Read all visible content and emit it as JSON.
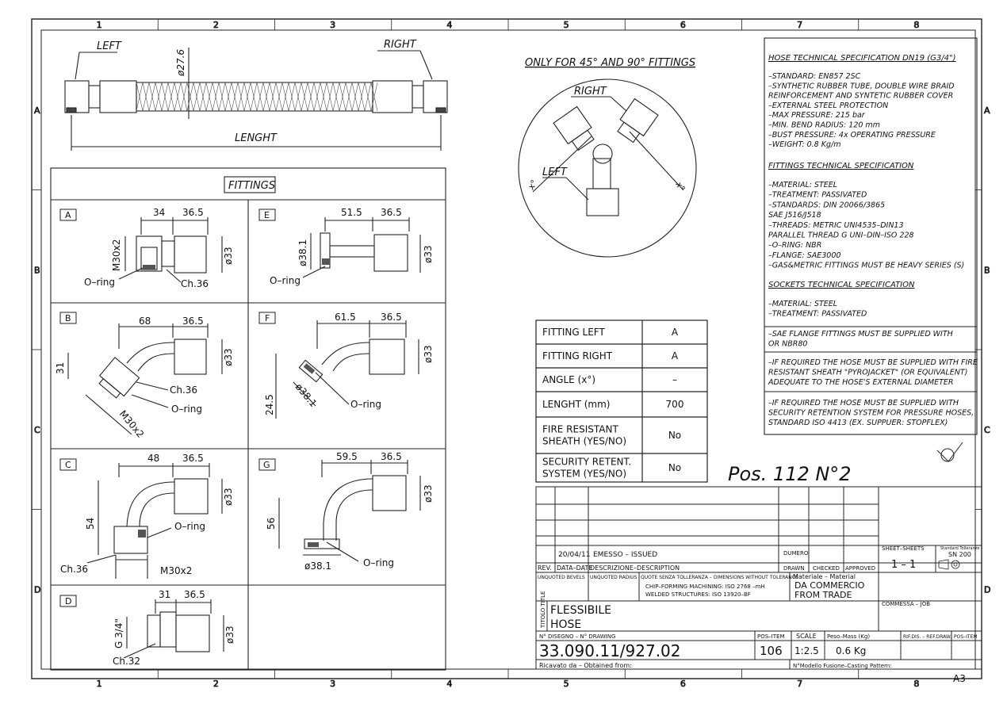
{
  "frame": {
    "columns": [
      "1",
      "2",
      "3",
      "4",
      "5",
      "6",
      "7",
      "8"
    ],
    "rows": [
      "A",
      "B",
      "C",
      "D"
    ]
  },
  "hose_drawing": {
    "left": "LEFT",
    "right": "RIGHT",
    "length": "LENGHT",
    "diameter": "ø27.6"
  },
  "angle_view": {
    "title": "ONLY FOR 45° AND 90° FITTINGS",
    "right": "RIGHT",
    "left": "LEFT",
    "angle_left": "x°",
    "angle_right": "x°"
  },
  "fittings": {
    "title": "FITTINGS",
    "A": {
      "letter": "A",
      "d1": "34",
      "d2": "36.5",
      "thread": "M30x2",
      "dia": "ø33",
      "oring": "O–ring",
      "ch": "Ch.36"
    },
    "B": {
      "letter": "B",
      "d1": "68",
      "d2": "36.5",
      "h": "31",
      "dia": "ø33",
      "ch": "Ch.36",
      "oring": "O–ring",
      "thread": "M30x2"
    },
    "C": {
      "letter": "C",
      "d1": "48",
      "d2": "36.5",
      "h": "54",
      "dia": "ø33",
      "oring": "O–ring",
      "ch": "Ch.36",
      "thread": "M30x2"
    },
    "D": {
      "letter": "D",
      "d1": "31",
      "d2": "36.5",
      "thread": "G 3/4\"",
      "dia": "ø33",
      "ch": "Ch.32"
    },
    "E": {
      "letter": "E",
      "d1": "51.5",
      "d2": "36.5",
      "dia1": "ø38.1",
      "dia": "ø33",
      "oring": "O–ring"
    },
    "F": {
      "letter": "F",
      "d1": "61.5",
      "d2": "36.5",
      "h": "24.5",
      "dia1": "ø38.1",
      "dia": "ø33",
      "oring": "O–ring"
    },
    "G": {
      "letter": "G",
      "d1": "59.5",
      "d2": "36.5",
      "h": "56",
      "dia1": "ø38.1",
      "dia": "ø33",
      "oring": "O–ring"
    }
  },
  "spec": {
    "hose_title": "HOSE TECHNICAL SPECIFICATION DN19 (G3/4\")",
    "hose_lines": [
      "–STANDARD: EN857 2SC",
      "–SYNTHETIC RUBBER TUBE, DOUBLE WIRE BRAID",
      "REINFORCEMENT AND SYNTETIC RUBBER COVER",
      "–EXTERNAL STEEL PROTECTION",
      "–MAX PRESSURE: 215 bar",
      "–MIN. BEND RADIUS: 120 mm",
      "–BUST PRESSURE: 4x OPERATING PRESSURE",
      "–WEIGHT: 0.8 Kg/m"
    ],
    "fittings_title": "FITTINGS TECHNICAL SPECIFICATION",
    "fittings_lines": [
      "–MATERIAL: STEEL",
      "–TREATMENT: PASSIVATED",
      "–STANDARDS: DIN 20066/3865",
      "SAE J516/J518",
      "–THREADS: METRIC UNI4535–DIN13",
      "PARALLEL THREAD G UNI–DIN–ISO 228",
      "–O–RING: NBR",
      "–FLANGE: SAE3000",
      "–GAS&METRIC FITTINGS MUST BE HEAVY SERIES (S)"
    ],
    "sockets_title": "SOCKETS TECHNICAL SPECIFICATION",
    "sockets_lines": [
      "–MATERIAL: STEEL",
      "–TREATMENT: PASSIVATED"
    ],
    "note1": [
      "–SAE FLANGE FITTINGS MUST BE SUPPLIED WITH",
      "OR NBR80"
    ],
    "note2": [
      "–IF REQUIRED THE HOSE MUST BE SUPPLIED WITH FIRE",
      "RESISTANT SHEATH \"PYROJACKET\" (OR EQUIVALENT)",
      "ADEQUATE TO THE HOSE'S EXTERNAL DIAMETER"
    ],
    "note3": [
      "–IF REQUIRED THE HOSE MUST BE SUPPLIED WITH",
      "SECURITY RETENTION SYSTEM FOR PRESSURE HOSES,",
      "STANDARD ISO 4413 (EX. SUPPUER: STOPFLEX)"
    ]
  },
  "config_table": [
    {
      "label": [
        "FITTING LEFT"
      ],
      "value": "A"
    },
    {
      "label": [
        "FITTING RIGHT"
      ],
      "value": "A"
    },
    {
      "label": [
        "ANGLE (x°)"
      ],
      "value": "–"
    },
    {
      "label": [
        "LENGHT (mm)"
      ],
      "value": "700"
    },
    {
      "label": [
        "FIRE RESISTANT",
        "SHEATH (YES/NO)"
      ],
      "value": "No"
    },
    {
      "label": [
        "SECURITY RETENT.",
        "SYSTEM (YES/NO)"
      ],
      "value": "No"
    }
  ],
  "handwritten": "Pos. 112 N°2",
  "title_block": {
    "rev_date": "20/04/11",
    "rev_desc": "EMESSO – ISSUED",
    "numero": "DUMERO",
    "rev_hdr": "REV.",
    "date_hdr": "DATA–DATE",
    "desc_hdr": "DESCRIZIONE–DESCRIPTION",
    "drawn_hdr": "DRAWN",
    "checked_hdr": "CHECKED",
    "approved_hdr": "APPROVED",
    "sheet_hdr": "SHEET–SHEETS",
    "sheet_val": "1 – 1",
    "tol_a": "UNQUOTED BEVELS",
    "tol_b": "UNQUOTED RADIUS",
    "tol_c": "QUOTE SENZA TOLLERANZA – DIMENSIONS WITHOUT TOLERANCE",
    "tol_d": "CHIP–FORMING MACHINING:  ISO 2768 –mH",
    "tol_e": "WELDED STRUCTURES:       ISO 13920–BF",
    "standard_hdr": "Standard Tolleranze",
    "standard_val": "SN 200",
    "material_hdr": "Materiale – Material",
    "material_1": "DA COMMERCIO",
    "material_2": "FROM TRADE",
    "commessa": "COMMESSA – JOB",
    "title_hdr": "TITOLO TITLE",
    "title_1": "FLESSIBILE",
    "title_2": "HOSE",
    "drawing_hdr": "N° DISEGNO – N° DRAWING",
    "drawing_no": "33.090.11/927.02",
    "pos_hdr": "POS–ITEM",
    "pos_val": "106",
    "scale_hdr": "SCALE",
    "scale_val": "1:2.5",
    "mass_hdr": "Peso–Mass (Kg)",
    "mass_val": "0.6 Kg",
    "ref_hdr": "RIF.DIS. – REF.DRAW.",
    "pos2_hdr": "POS–ITEM",
    "obtained": "Ricavato da – Obtained from:",
    "pattern": "N°Modello Fusione–Casting Pattern:",
    "format": "A3"
  }
}
